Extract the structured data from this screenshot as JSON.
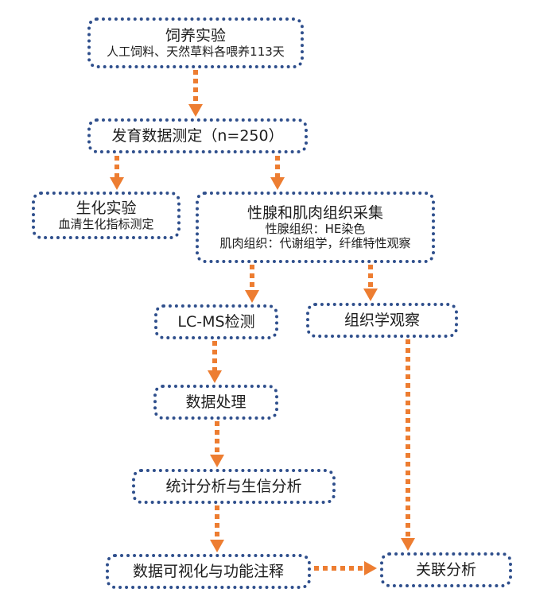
{
  "colors": {
    "box_border": "#2f4f8c",
    "arrow": "#ed7d31",
    "text": "#1d1d1d"
  },
  "nodes": {
    "feeding": {
      "title": "饲养实验",
      "subtitle": "人工饲料、天然草料各喂养113天"
    },
    "growth": {
      "title": "发育数据测定（n=250）"
    },
    "biochem": {
      "title": "生化实验",
      "subtitle": "血清生化指标测定"
    },
    "sampling": {
      "title": "性腺和肌肉组织采集",
      "lines": [
        "性腺组织：HE染色",
        "肌肉组织：代谢组学，纤维特性观察"
      ]
    },
    "lcms": {
      "title": "LC-MS检测"
    },
    "histology": {
      "title": "组织学观察"
    },
    "processing": {
      "title": "数据处理"
    },
    "stats": {
      "title": "统计分析与生信分析"
    },
    "visual": {
      "title": "数据可视化与功能注释"
    },
    "correlation": {
      "title": "关联分析"
    }
  },
  "edges": [
    [
      "feeding",
      "growth"
    ],
    [
      "growth",
      "biochem"
    ],
    [
      "growth",
      "sampling"
    ],
    [
      "sampling",
      "lcms"
    ],
    [
      "sampling",
      "histology"
    ],
    [
      "lcms",
      "processing"
    ],
    [
      "processing",
      "stats"
    ],
    [
      "stats",
      "visual"
    ],
    [
      "histology",
      "correlation"
    ],
    [
      "visual",
      "correlation"
    ]
  ]
}
